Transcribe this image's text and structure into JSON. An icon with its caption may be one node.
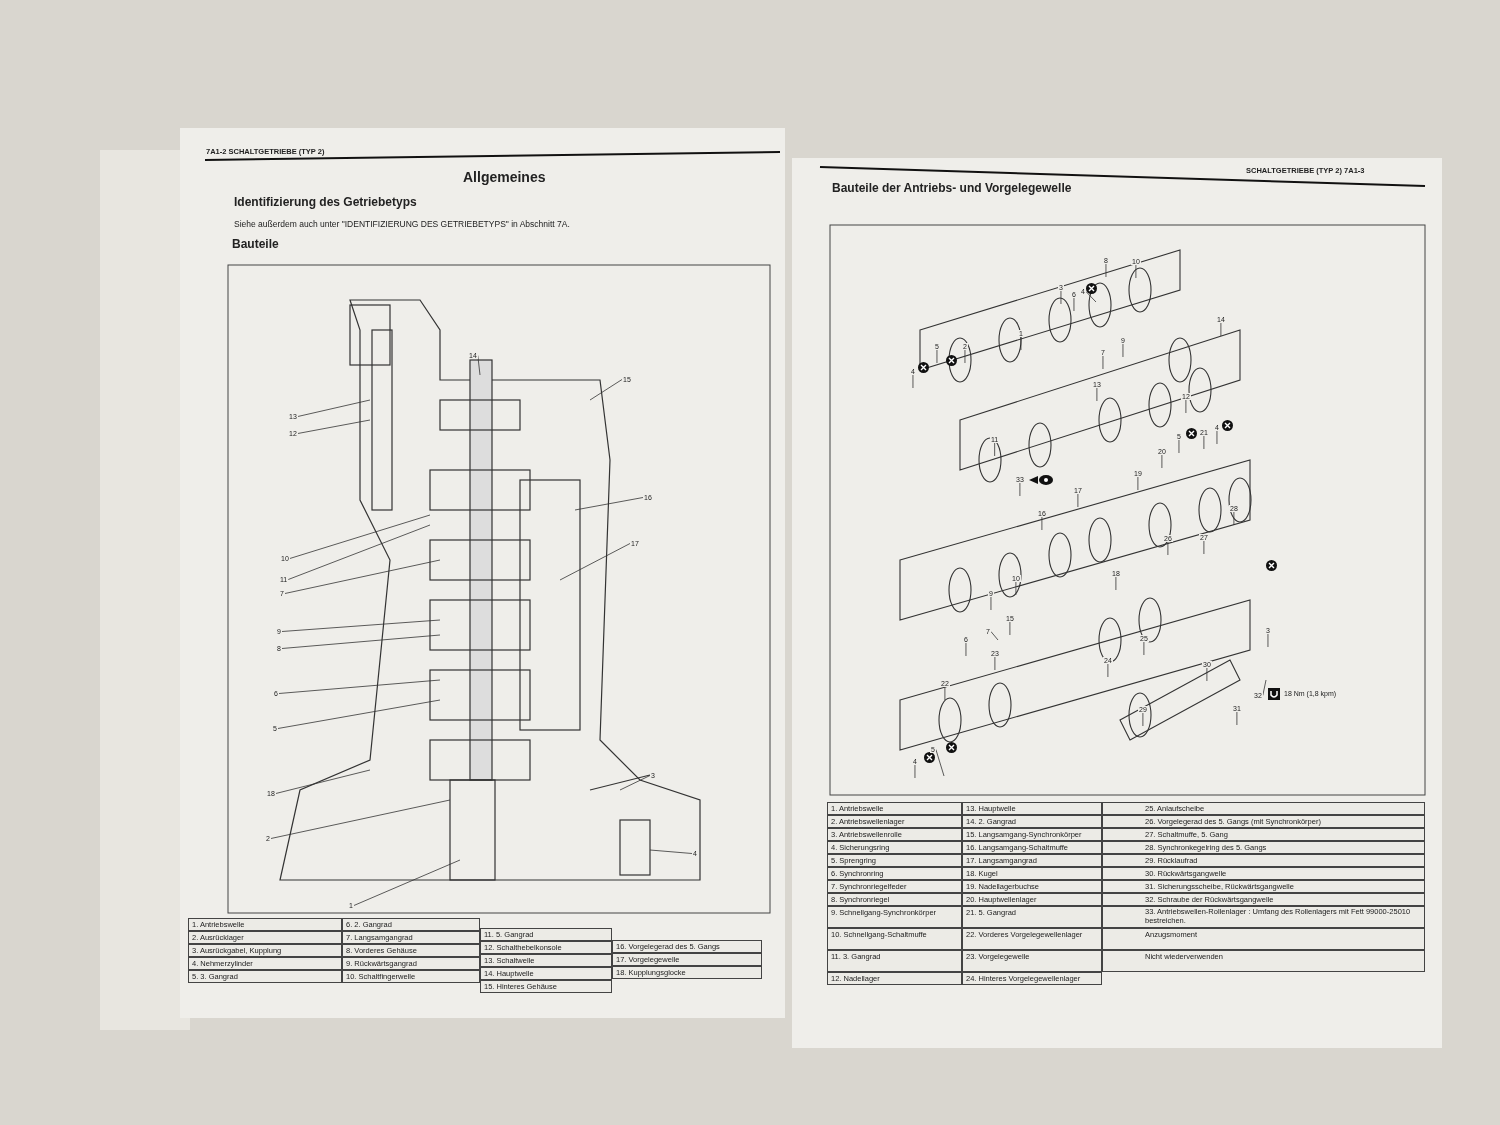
{
  "diagram": {
    "nodes": [
      {
        "text": [
          "14"
        ]
      },
      {
        "text": [
          "15"
        ]
      },
      {
        "text": [
          "13"
        ]
      },
      {
        "text": [
          "12"
        ]
      },
      {
        "text": [
          "16"
        ]
      },
      {
        "text": [
          "17"
        ]
      },
      {
        "text": [
          "10"
        ]
      },
      {
        "text": [
          "11"
        ]
      },
      {
        "text": [
          "7"
        ]
      },
      {
        "text": [
          "9"
        ]
      },
      {
        "text": [
          "8"
        ]
      },
      {
        "text": [
          "6"
        ]
      },
      {
        "text": [
          "5"
        ]
      },
      {
        "text": [
          "18"
        ]
      },
      {
        "text": [
          "3"
        ]
      },
      {
        "text": [
          "2"
        ]
      },
      {
        "text": [
          "4"
        ]
      },
      {
        "text": [
          "1"
        ]
      },
      {
        "text": [
          "8"
        ]
      },
      {
        "text": [
          "10"
        ]
      },
      {
        "text": [
          "3"
        ]
      },
      {
        "text": [
          "6"
        ]
      },
      {
        "text": [
          "4"
        ]
      },
      {
        "text": [
          "1"
        ]
      },
      {
        "text": [
          "7"
        ]
      },
      {
        "text": [
          "9"
        ]
      },
      {
        "text": [
          "5"
        ]
      },
      {
        "text": [
          "2"
        ]
      },
      {
        "text": [
          "4"
        ]
      },
      {
        "text": [
          "14"
        ]
      },
      {
        "text": [
          "13"
        ]
      },
      {
        "text": [
          "12"
        ]
      },
      {
        "text": [
          "11"
        ]
      },
      {
        "text": [
          "5"
        ]
      },
      {
        "text": [
          "21"
        ]
      },
      {
        "text": [
          "4"
        ]
      },
      {
        "text": [
          "20"
        ]
      },
      {
        "text": [
          "19"
        ]
      },
      {
        "text": [
          "33"
        ]
      },
      {
        "text": [
          "17"
        ]
      },
      {
        "text": [
          "16"
        ]
      },
      {
        "text": [
          "28"
        ]
      },
      {
        "text": [
          "26"
        ]
      },
      {
        "text": [
          "27"
        ]
      },
      {
        "text": [
          "18"
        ]
      },
      {
        "text": [
          "15"
        ]
      },
      {
        "text": [
          "6"
        ]
      },
      {
        "text": [
          "7"
        ]
      },
      {
        "text": [
          "9"
        ]
      },
      {
        "text": [
          "10"
        ]
      },
      {
        "text": [
          "3"
        ]
      },
      {
        "text": [
          "25"
        ]
      },
      {
        "text": [
          "24"
        ]
      },
      {
        "text": [
          "23"
        ]
      },
      {
        "text": [
          "22"
        ]
      },
      {
        "text": [
          "5"
        ]
      },
      {
        "text": [
          "4"
        ]
      },
      {
        "text": [
          "30"
        ]
      },
      {
        "text": [
          "29"
        ]
      },
      {
        "text": [
          "31"
        ]
      },
      {
        "text": [
          "32"
        ]
      }
    ],
    "edges": [
      {
        "from": 0,
        "to": null,
        "arrow": "none"
      },
      {
        "from": 1,
        "to": null,
        "arrow": "none"
      },
      {
        "from": 2,
        "to": null,
        "arrow": "none"
      },
      {
        "from": 3,
        "to": null,
        "arrow": "none"
      },
      {
        "from": 4,
        "to": null,
        "arrow": "none"
      },
      {
        "from": 5,
        "to": null,
        "arrow": "none"
      },
      {
        "from": 6,
        "to": null,
        "arrow": "none"
      },
      {
        "from": 7,
        "to": null,
        "arrow": "none"
      },
      {
        "from": 8,
        "to": null,
        "arrow": "none"
      },
      {
        "from": 9,
        "to": null,
        "arrow": "none"
      },
      {
        "from": 10,
        "to": null,
        "arrow": "none"
      },
      {
        "from": 11,
        "to": null,
        "arrow": "none"
      },
      {
        "from": 12,
        "to": null,
        "arrow": "none"
      },
      {
        "from": 13,
        "to": null,
        "arrow": "none"
      },
      {
        "from": 14,
        "to": null,
        "arrow": "none"
      },
      {
        "from": 15,
        "to": null,
        "arrow": "none"
      },
      {
        "from": 16,
        "to": null,
        "arrow": "none"
      },
      {
        "from": 17,
        "to": null,
        "arrow": "none"
      },
      {
        "from": 18,
        "to": null,
        "arrow": "none"
      },
      {
        "from": 19,
        "to": null,
        "arrow": "none"
      },
      {
        "from": 20,
        "to": null,
        "arrow": "none"
      },
      {
        "from": 21,
        "to": null,
        "arrow": "none"
      },
      {
        "from": 22,
        "to": null,
        "arrow": "none"
      },
      {
        "from": 23,
        "to": null,
        "arrow": "none"
      },
      {
        "from": 24,
        "to": null,
        "arrow": "none"
      },
      {
        "from": 25,
        "to": null,
        "arrow": "none"
      },
      {
        "from": 26,
        "to": null,
        "arrow": "none"
      },
      {
        "from": 27,
        "to": null,
        "arrow": "none"
      },
      {
        "from": 28,
        "to": null,
        "arrow": "none"
      },
      {
        "from": 29,
        "to": null,
        "arrow": "none"
      },
      {
        "from": 30,
        "to": null,
        "arrow": "none"
      },
      {
        "from": 31,
        "to": null,
        "arrow": "none"
      },
      {
        "from": 32,
        "to": null,
        "arrow": "none"
      },
      {
        "from": 33,
        "to": null,
        "arrow": "none"
      },
      {
        "from": 34,
        "to": null,
        "arrow": "none"
      },
      {
        "from": 35,
        "to": null,
        "arrow": "none"
      },
      {
        "from": 36,
        "to": null,
        "arrow": "none"
      },
      {
        "from": 37,
        "to": null,
        "arrow": "none"
      },
      {
        "from": 38,
        "to": null,
        "arrow": "none"
      },
      {
        "from": 39,
        "to": null,
        "arrow": "none"
      },
      {
        "from": 40,
        "to": null,
        "arrow": "none"
      },
      {
        "from": 41,
        "to": null,
        "arrow": "none"
      },
      {
        "from": 42,
        "to": null,
        "arrow": "none"
      },
      {
        "from": 43,
        "to": null,
        "arrow": "none"
      },
      {
        "from": 44,
        "to": null,
        "arrow": "none"
      },
      {
        "from": 45,
        "to": null,
        "arrow": "none"
      },
      {
        "from": 46,
        "to": null,
        "arrow": "none"
      },
      {
        "from": 47,
        "to": null,
        "arrow": "none"
      },
      {
        "from": 48,
        "to": null,
        "arrow": "none"
      },
      {
        "from": 49,
        "to": null,
        "arrow": "none"
      },
      {
        "from": 50,
        "to": null,
        "arrow": "none"
      },
      {
        "from": 51,
        "to": null,
        "arrow": "none"
      },
      {
        "from": 52,
        "to": null,
        "arrow": "none"
      },
      {
        "from": 53,
        "to": null,
        "arrow": "none"
      },
      {
        "from": 54,
        "to": null,
        "arrow": "none"
      },
      {
        "from": 55,
        "to": null,
        "arrow": "none"
      },
      {
        "from": 56,
        "to": null,
        "arrow": "none"
      },
      {
        "from": 57,
        "to": null,
        "arrow": "none"
      },
      {
        "from": 58,
        "to": null,
        "arrow": "none"
      },
      {
        "from": 59,
        "to": null,
        "arrow": "none"
      },
      {
        "from": 60,
        "to": null,
        "arrow": "none"
      }
    ],
    "labels": [
      "7A1-2 SCHALTGETRIEBE (TYP 2)",
      "Allgemeines",
      "Identifizierung des Getriebetyps",
      "Siehe außerdem auch unter \"IDENTIFIZIERUNG DES GETRIEBETYPS\" in Abschnitt 7A.",
      "Bauteile",
      "1. Antriebswelle",
      "6. 2. Gangrad",
      "11. 5. Gangrad",
      "16. Vorgelegerad des 5. Gangs",
      "2. Ausrücklager",
      "7. Langsamgangrad",
      "12. Schalthebelkonsole",
      "17. Vorgelegewelle",
      "3. Ausrückgabel, Kupplung",
      "8. Vorderes Gehäuse",
      "13. Schaltwelle",
      "18. Kupplungsglocke",
      "4. Nehmerzylinder",
      "9. Rückwärtsgangrad",
      "14. Hauptwelle",
      "5. 3. Gangrad",
      "10. Schaltfingerwelle",
      "15. Hinteres Gehäuse",
      "SCHALTGETRIEBE (TYP 2) 7A1-3",
      "Bauteile der Antriebs- und Vorgelegewelle",
      "18 Nm (1,8 kpm)",
      "1. Antriebswelle",
      "13. Hauptwelle",
      "25. Anlaufscheibe",
      "2. Antriebswellenlager",
      "14. 2. Gangrad",
      "26. Vorgelegerad des 5. Gangs (mit Synchronkörper)",
      "3. Antriebswellenrolle",
      "15. Langsamgang-Synchronkörper",
      "27. Schaltmuffe, 5. Gang",
      "4. Sicherungsring",
      "16. Langsamgang-Schaltmuffe",
      "28. Synchronkegelring des 5. Gangs",
      "5. Sprengring",
      "17. Langsamgangrad",
      "29. Rücklaufrad",
      "6. Synchronring",
      "18. Kugel",
      "30. Rückwärtsgangwelle",
      "7. Synchronriegelfeder",
      "19. Nadellagerbuchse",
      "31. Sicherungsscheibe, Rückwärtsgangwelle",
      "8. Synchronriegel",
      "20. Hauptwellenlager",
      "32. Schraube der Rückwärtsgangwelle",
      "9. Schnellgang-Synchronkörper",
      "21. 5. Gangrad",
      "33. Antriebswellen-Rollenlager : Umfang des Rollenlagers mit Fett 99000-25010 bestreichen.",
      "10. Schnellgang-Schaltmuffe",
      "22. Vorderes Vorgelegewellenlager",
      "Anzugsmoment",
      "11. 3. Gangrad",
      "23. Vorgelegewelle",
      "Nicht wiederverwenden",
      "12. Nadellager",
      "24. Hinteres Vorgelegewellenlager"
    ]
  }
}
